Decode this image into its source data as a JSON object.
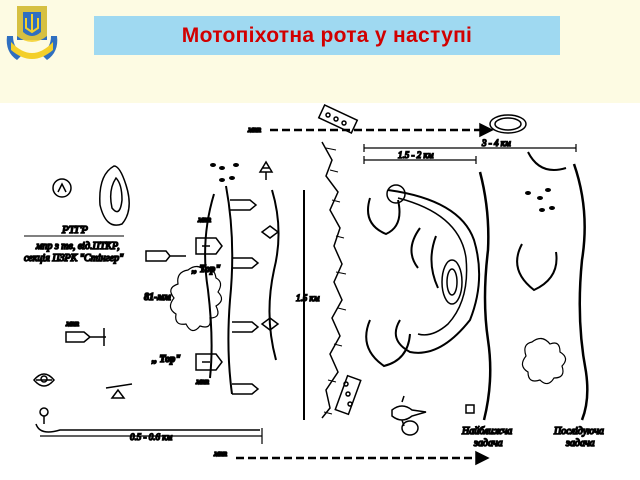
{
  "header": {
    "title": "Мотопіхотна рота у наступі",
    "logo_icon": "coat-of-arms-icon"
  },
  "colors": {
    "title_text": "#d10000",
    "title_background": "#9fd9f1",
    "header_background": "#fdfbe3",
    "lines": "#000000"
  },
  "scheme": {
    "dist_3_4": "3 - 4 км",
    "dist_1_5_2": "1.5 - 2 км",
    "dist_1_5": "1.5 км",
    "dist_0_5_0_6": "0.5 - 0.6 км",
    "mnp_top": "мпп",
    "mnp_mid": "мпп",
    "mnp_left": "мпп",
    "mnp_low": "мпп",
    "mnp_bottom": "мпп",
    "rtgr": "РТГР",
    "rtgr_line2": "мпр з тв, від.ПТКР,",
    "rtgr_line3": "секція ПЗРК \"Стінгер\"",
    "tor_top": ",, Тор\"",
    "tor_bottom": ",, Тор\"",
    "mm_81": "81-мм",
    "immediate_task_1": "Найближча",
    "immediate_task_2": "задача",
    "subsequent_task_1": "Послідуюча",
    "subsequent_task_2": "задача"
  }
}
